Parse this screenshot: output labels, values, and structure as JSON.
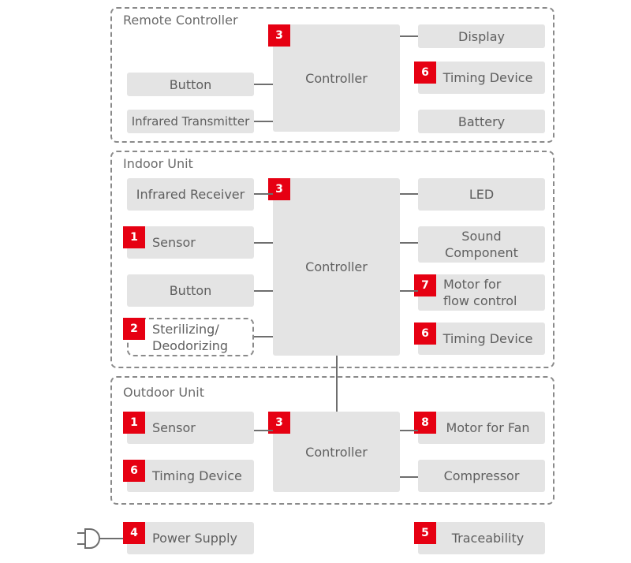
{
  "colors": {
    "badge": "#e60012",
    "box": "#e4e4e4",
    "line": "#6e6e6e",
    "border": "#8a8a8a"
  },
  "remote": {
    "title": "Remote Controller",
    "controller": "Controller",
    "controller_badge": "3",
    "display": "Display",
    "button": "Button",
    "timing": "Timing Device",
    "timing_badge": "6",
    "infrared": "Infrared Transmitter",
    "battery": "Battery"
  },
  "indoor": {
    "title": "Indoor Unit",
    "controller": "Controller",
    "controller_badge": "3",
    "infrared": "Infrared Receiver",
    "led": "LED",
    "sensor": "Sensor",
    "sensor_badge": "1",
    "sound_line1": "Sound",
    "sound_line2": "Component",
    "button": "Button",
    "motor_line1": "Motor for",
    "motor_line2": "flow control",
    "motor_badge": "7",
    "steril_line1": "Sterilizing/",
    "steril_line2": "Deodorizing",
    "steril_badge": "2",
    "timing": "Timing Device",
    "timing_badge": "6"
  },
  "outdoor": {
    "title": "Outdoor Unit",
    "controller": "Controller",
    "controller_badge": "3",
    "sensor": "Sensor",
    "sensor_badge": "1",
    "motor_fan": "Motor for Fan",
    "motor_fan_badge": "8",
    "timing": "Timing Device",
    "timing_badge": "6",
    "compressor": "Compressor"
  },
  "bottom": {
    "power": "Power Supply",
    "power_badge": "4",
    "trace": "Traceability",
    "trace_badge": "5",
    "plug_icon": "power-plug-icon"
  }
}
